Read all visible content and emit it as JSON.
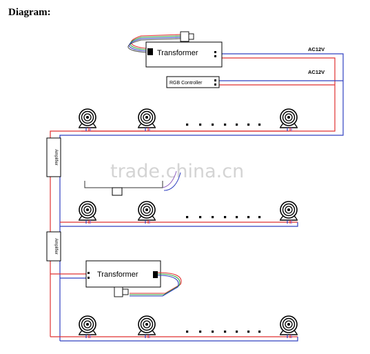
{
  "heading": "Diagram:",
  "transformer_label": "Transformer",
  "controller_label": "RGB Controller",
  "ac_labels": [
    "AC12V",
    "AC12V"
  ],
  "amplifier_label": "Amplifier",
  "watermark": "trade.china.cn",
  "colors": {
    "red_wire": "#e03030",
    "blue_wire": "#3040c0",
    "line": "#000000"
  },
  "icons": [
    "spotlight-icon",
    "connector-plug-icon",
    "terminal-block-icon"
  ]
}
